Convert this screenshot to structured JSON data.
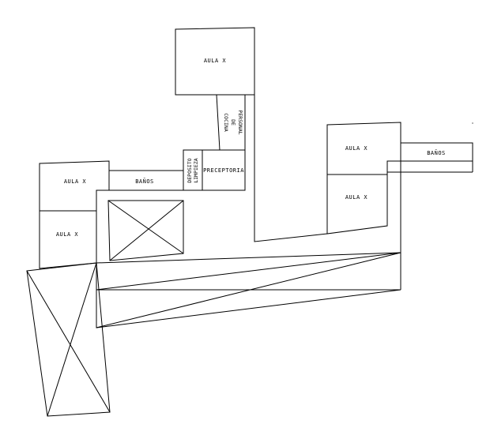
{
  "plan": {
    "labels": {
      "aula_top": "AULA X",
      "aula_left_upper": "AULA X",
      "aula_left_lower": "AULA X",
      "aula_right_upper": "AULA X",
      "aula_right_lower": "AULA X",
      "banos_left": "BAÑOS",
      "banos_right": "BAÑOS",
      "preceptoria": "PRECEPTORIA",
      "cocina_line1": "COCINA",
      "cocina_line2": "DE",
      "cocina_line3": "PERSONAL",
      "deposito_line1": "DEPOSITO",
      "deposito_line2": "LIMPIEZA"
    }
  }
}
